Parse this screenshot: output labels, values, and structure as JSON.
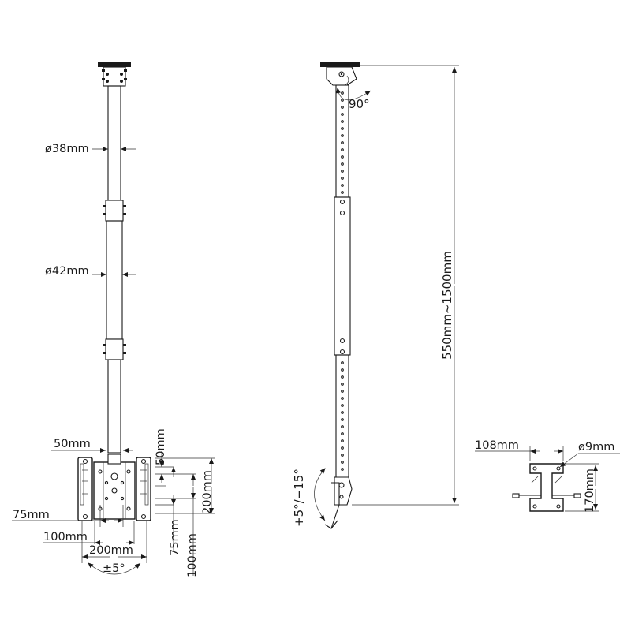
{
  "diagram": {
    "left_view": {
      "dia_upper": "ø38mm",
      "dia_lower": "ø42mm",
      "width_top": "50mm",
      "vesa_h_small": "75mm",
      "vesa_h_mid": "100mm",
      "vesa_h_large": "200mm",
      "vesa_v_small": "50mm",
      "vesa_v_mid": "75mm",
      "vesa_v_mid2": "100mm",
      "vesa_v_large": "200mm",
      "swivel": "±5°"
    },
    "side_view": {
      "rotation": "90°",
      "height_range": "550mm~1500mm",
      "tilt": "+5°/−15°"
    },
    "base_plate": {
      "width": "108mm",
      "hole": "ø9mm",
      "height": "170mm"
    }
  }
}
